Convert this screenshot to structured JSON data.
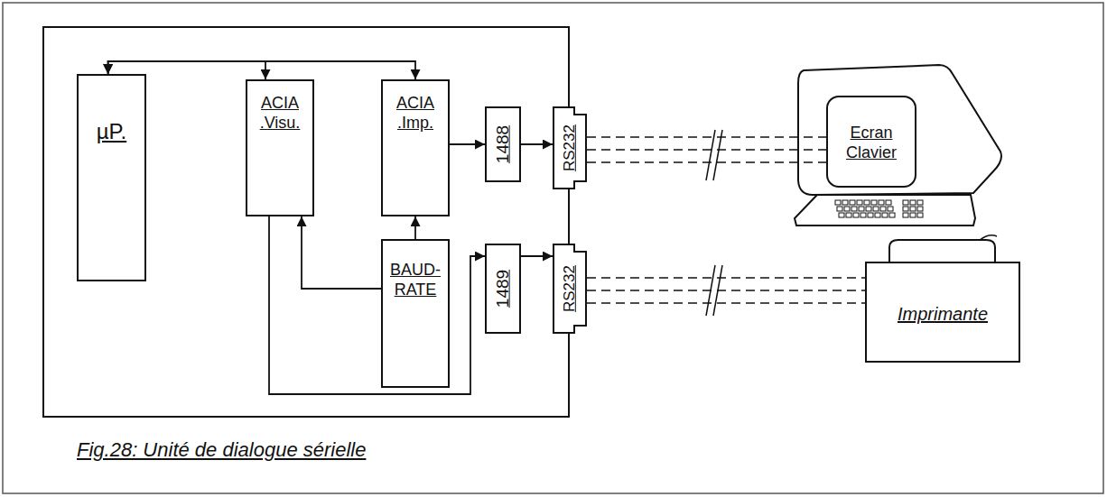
{
  "diagram": {
    "caption": "Fig.28: Unité de dialogue sérielle",
    "nodes": [
      {
        "text": [
          "µP."
        ]
      },
      {
        "text": [
          "ACIA .Visu."
        ]
      },
      {
        "text": [
          "ACIA .Imp."
        ]
      },
      {
        "text": [
          "1488"
        ]
      },
      {
        "text": [
          "RS232"
        ]
      },
      {
        "text": [
          "Ecran Clavier"
        ]
      },
      {
        "text": [
          "BAUD-RATE"
        ]
      },
      {
        "text": [
          "1489"
        ]
      },
      {
        "text": [
          "RS232"
        ]
      },
      {
        "text": [
          "Imprimante"
        ]
      }
    ],
    "edges": [
      {
        "from": 0,
        "to": 1,
        "arrow": "both"
      },
      {
        "from": 0,
        "to": 2,
        "arrow": "both"
      },
      {
        "from": 2,
        "to": 3,
        "arrow": "to"
      },
      {
        "from": 3,
        "to": 4,
        "arrow": "to"
      },
      {
        "from": 4,
        "to": 5,
        "arrow": "none"
      },
      {
        "from": 6,
        "to": 1,
        "arrow": "to"
      },
      {
        "from": 6,
        "to": 2,
        "arrow": "to"
      },
      {
        "from": 1,
        "to": 7,
        "arrow": "to"
      },
      {
        "from": 7,
        "to": 8,
        "arrow": "to"
      },
      {
        "from": 8,
        "to": 9,
        "arrow": "none"
      }
    ]
  }
}
